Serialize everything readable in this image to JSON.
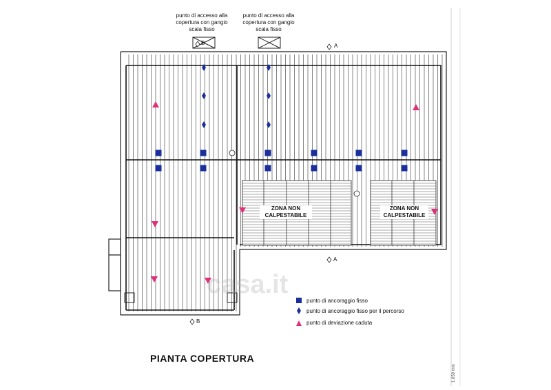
{
  "title": "PIANTA COPERTURA",
  "access_label_1": "punto di accesso alla copertura con gangio scala fisso",
  "access_label_2": "punto di accesso alla copertura con gangio scala fisso",
  "zone_label_1": "ZONA NON CALPESTABILE",
  "zone_label_2": "ZONA NON CALPESTABILE",
  "section_labels": {
    "a_top": "A",
    "a_bottom": "A",
    "b_top": "B",
    "b_bottom": "B"
  },
  "legend": [
    {
      "symbol": "square",
      "color": "#1a2f9c",
      "text": "punto di ancoraggio fisso"
    },
    {
      "symbol": "diamond",
      "color": "#1a2f9c",
      "text": "punto di ancoraggio fisso per il percorso"
    },
    {
      "symbol": "triangle",
      "color": "#e0307a",
      "text": "punto di deviazione caduta"
    }
  ],
  "watermark": "casa.it",
  "ruler_text": "1.050 mm",
  "colors": {
    "anchor": "#1a2f9c",
    "deviation": "#e0307a",
    "line": "#222222"
  }
}
